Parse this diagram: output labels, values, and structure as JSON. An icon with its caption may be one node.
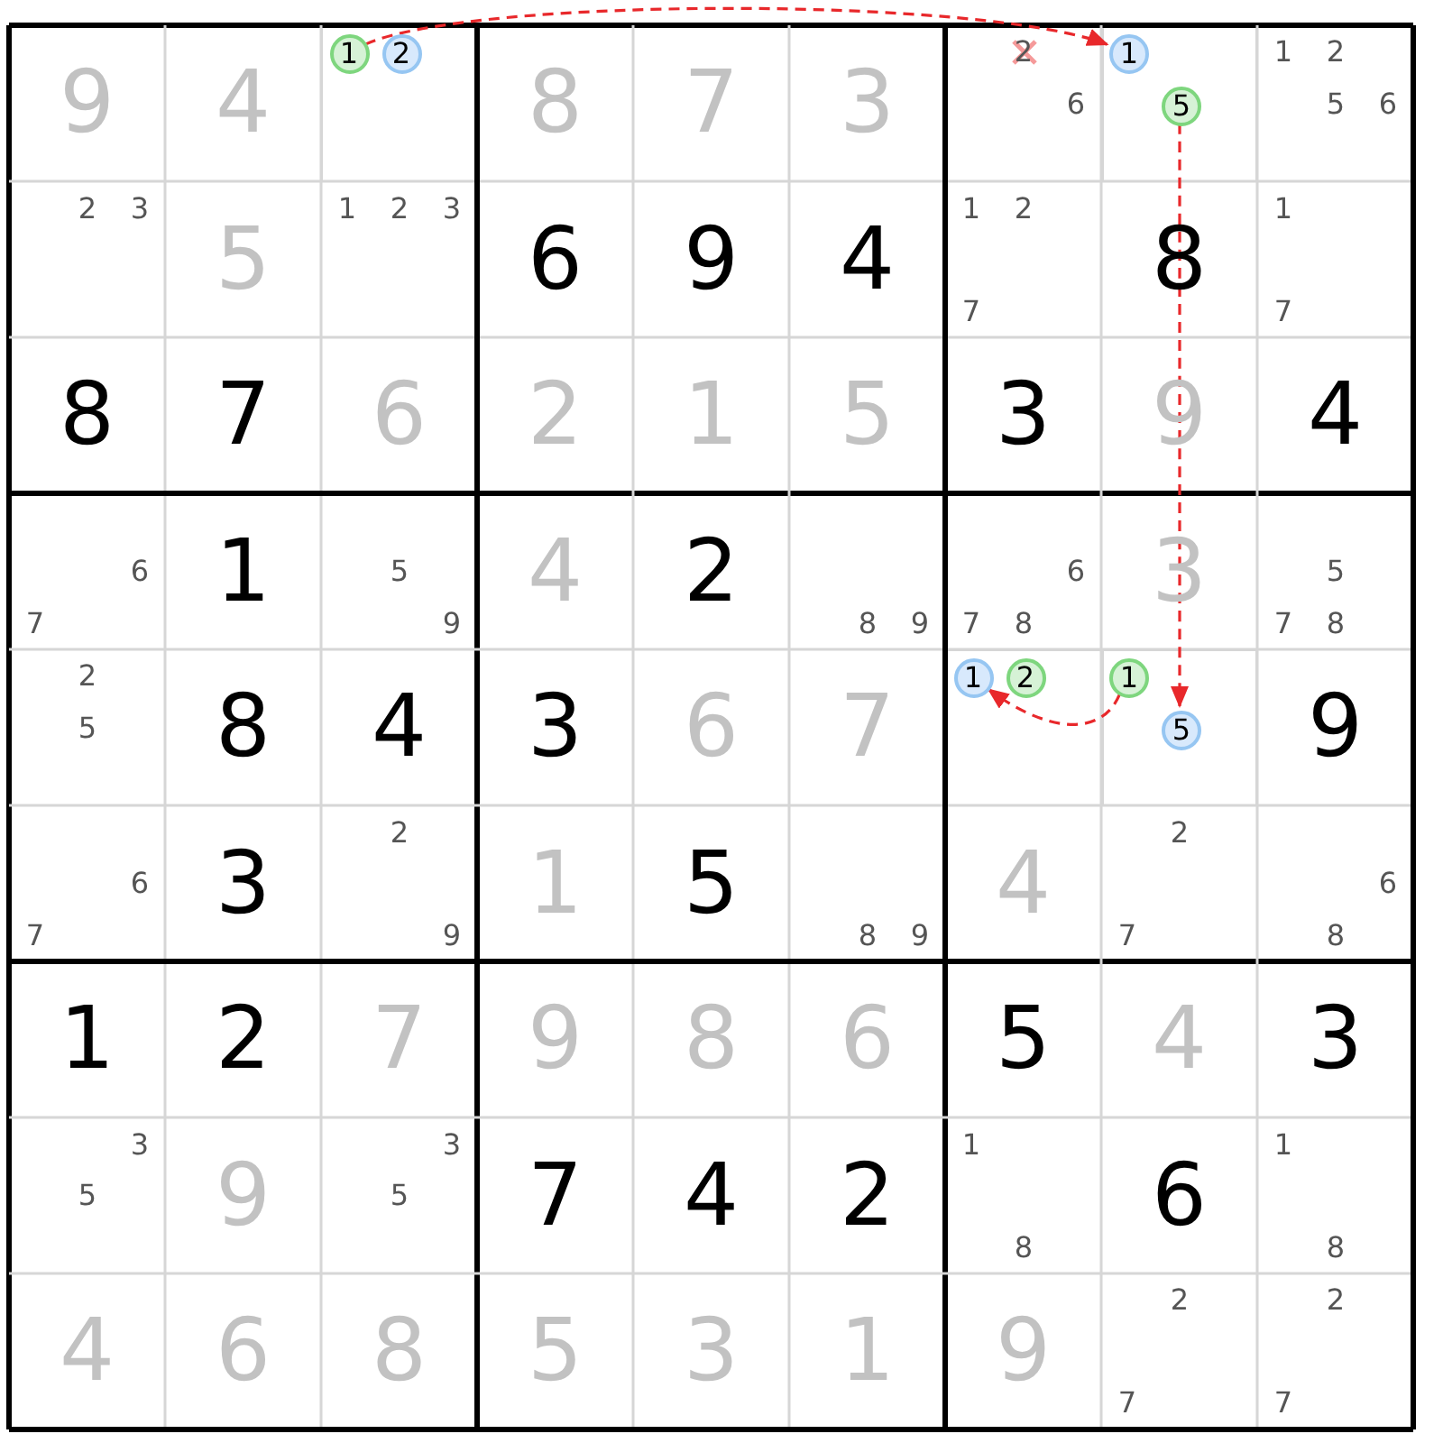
{
  "diagram": {
    "nodes": [
      {
        "text": [
          "9"
        ]
      },
      {
        "text": [
          "4"
        ]
      },
      {
        "text": [],
        "shape": "box"
      },
      {
        "text": [
          "8"
        ]
      },
      {
        "text": [
          "7"
        ]
      },
      {
        "text": [
          "3"
        ]
      },
      {
        "text": [
          "2",
          "6"
        ]
      },
      {
        "text": [],
        "shape": "box"
      },
      {
        "text": [
          "1",
          "2",
          "5",
          "6"
        ]
      },
      {
        "text": [
          "2",
          "3"
        ]
      },
      {
        "text": [
          "5"
        ]
      },
      {
        "text": [
          "1",
          "2",
          "3"
        ]
      },
      {
        "text": [
          "6"
        ]
      },
      {
        "text": [
          "9"
        ]
      },
      {
        "text": [
          "4"
        ]
      },
      {
        "text": [
          "1",
          "2",
          "7"
        ]
      },
      {
        "text": [
          "8"
        ]
      },
      {
        "text": [
          "1",
          "7"
        ]
      },
      {
        "text": [
          "8"
        ]
      },
      {
        "text": [
          "7"
        ]
      },
      {
        "text": [
          "6"
        ]
      },
      {
        "text": [
          "2"
        ]
      },
      {
        "text": [
          "1"
        ]
      },
      {
        "text": [
          "5"
        ]
      },
      {
        "text": [
          "3"
        ]
      },
      {
        "text": [
          "9"
        ]
      },
      {
        "text": [
          "4"
        ]
      },
      {
        "text": [
          "6",
          "7"
        ]
      },
      {
        "text": [
          "1"
        ]
      },
      {
        "text": [
          "5",
          "9"
        ]
      },
      {
        "text": [
          "4"
        ]
      },
      {
        "text": [
          "2"
        ]
      },
      {
        "text": [
          "8",
          "9"
        ]
      },
      {
        "text": [
          "6",
          "7",
          "8"
        ]
      },
      {
        "text": [
          "3"
        ]
      },
      {
        "text": [
          "5",
          "7",
          "8"
        ]
      },
      {
        "text": [
          "2",
          "5"
        ]
      },
      {
        "text": [
          "8"
        ]
      },
      {
        "text": [
          "4"
        ]
      },
      {
        "text": [
          "3"
        ]
      },
      {
        "text": [
          "6"
        ]
      },
      {
        "text": [
          "7"
        ]
      },
      {
        "text": [],
        "shape": "box"
      },
      {
        "text": [],
        "shape": "box"
      },
      {
        "text": [
          "9"
        ]
      },
      {
        "text": [
          "6",
          "7"
        ]
      },
      {
        "text": [
          "3"
        ]
      },
      {
        "text": [
          "2",
          "9"
        ]
      },
      {
        "text": [
          "1"
        ]
      },
      {
        "text": [
          "5"
        ]
      },
      {
        "text": [
          "8",
          "9"
        ]
      },
      {
        "text": [
          "4"
        ]
      },
      {
        "text": [
          "2",
          "7"
        ]
      },
      {
        "text": [
          "6",
          "8"
        ]
      },
      {
        "text": [
          "1"
        ]
      },
      {
        "text": [
          "2"
        ]
      },
      {
        "text": [
          "7"
        ]
      },
      {
        "text": [
          "9"
        ]
      },
      {
        "text": [
          "8"
        ]
      },
      {
        "text": [
          "6"
        ]
      },
      {
        "text": [
          "5"
        ]
      },
      {
        "text": [
          "4"
        ]
      },
      {
        "text": [
          "3"
        ]
      },
      {
        "text": [
          "3",
          "5"
        ]
      },
      {
        "text": [
          "9"
        ]
      },
      {
        "text": [
          "3",
          "5"
        ]
      },
      {
        "text": [
          "7"
        ]
      },
      {
        "text": [
          "4"
        ]
      },
      {
        "text": [
          "2"
        ]
      },
      {
        "text": [
          "1",
          "8"
        ]
      },
      {
        "text": [
          "6"
        ]
      },
      {
        "text": [
          "1",
          "8"
        ]
      },
      {
        "text": [
          "4"
        ]
      },
      {
        "text": [
          "6"
        ]
      },
      {
        "text": [
          "8"
        ]
      },
      {
        "text": [
          "5"
        ]
      },
      {
        "text": [
          "3"
        ]
      },
      {
        "text": [
          "1"
        ]
      },
      {
        "text": [
          "9"
        ]
      },
      {
        "text": [
          "2",
          "7"
        ]
      },
      {
        "text": [
          "2",
          "7"
        ]
      },
      {
        "text": [
          "1"
        ],
        "in": 2
      },
      {
        "text": [
          "2"
        ],
        "in": 2
      },
      {
        "text": [
          "1"
        ],
        "in": 7
      },
      {
        "text": [
          "5"
        ],
        "in": 7
      },
      {
        "text": [
          "1"
        ],
        "in": 42
      },
      {
        "text": [
          "2"
        ],
        "in": 42
      },
      {
        "text": [
          "1"
        ],
        "in": 43
      },
      {
        "text": [
          "5"
        ],
        "in": 43
      }
    ],
    "edges": [
      {
        "from": 81,
        "to": 83,
        "arrow": "to",
        "style": "dashed"
      },
      {
        "from": 84,
        "to": 88,
        "arrow": "to",
        "style": "dashed"
      },
      {
        "from": 87,
        "to": 85,
        "arrow": "to",
        "style": "dashed"
      }
    ]
  }
}
